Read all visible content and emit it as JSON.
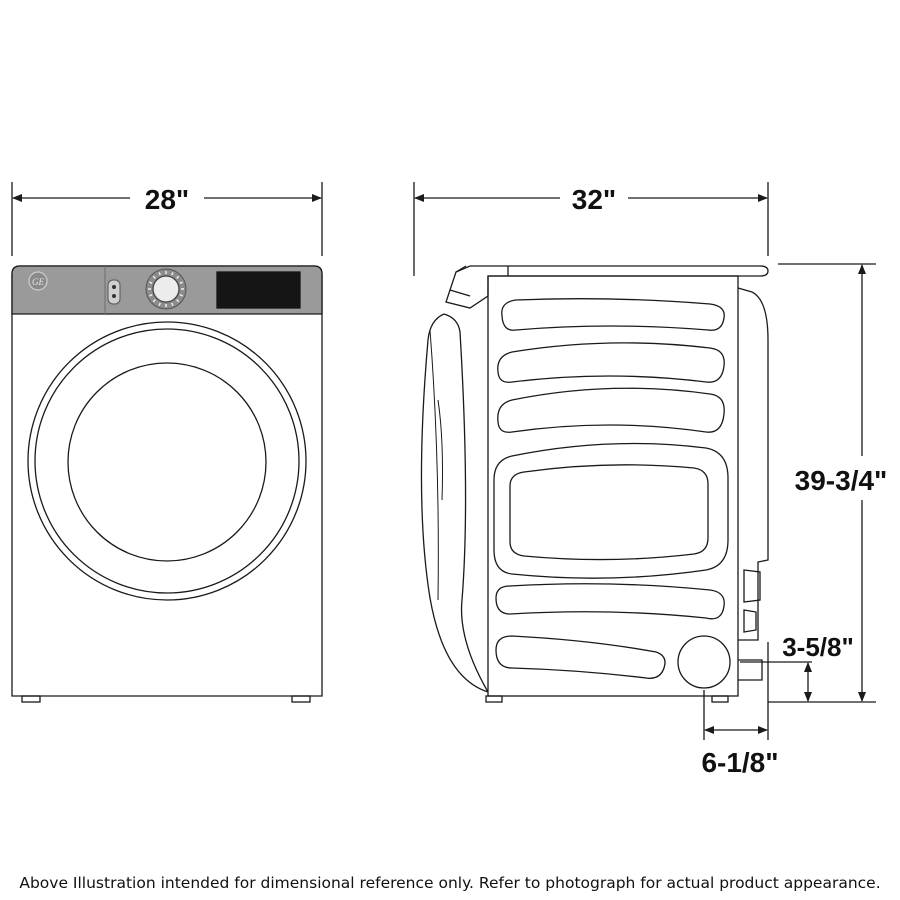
{
  "dimensions": {
    "width": "28\"",
    "depth": "32\"",
    "height": "39-3/4\"",
    "foot_height": "3-5/8\"",
    "vent_offset": "6-1/8\""
  },
  "front_view": {
    "brand_logo": "GE"
  },
  "caption": "Above Illustration intended for dimensional reference only. Refer to photograph for actual product appearance.",
  "colors": {
    "line": "#1a1a1a",
    "control_panel": "#9a9a9a",
    "display": "#151515"
  }
}
